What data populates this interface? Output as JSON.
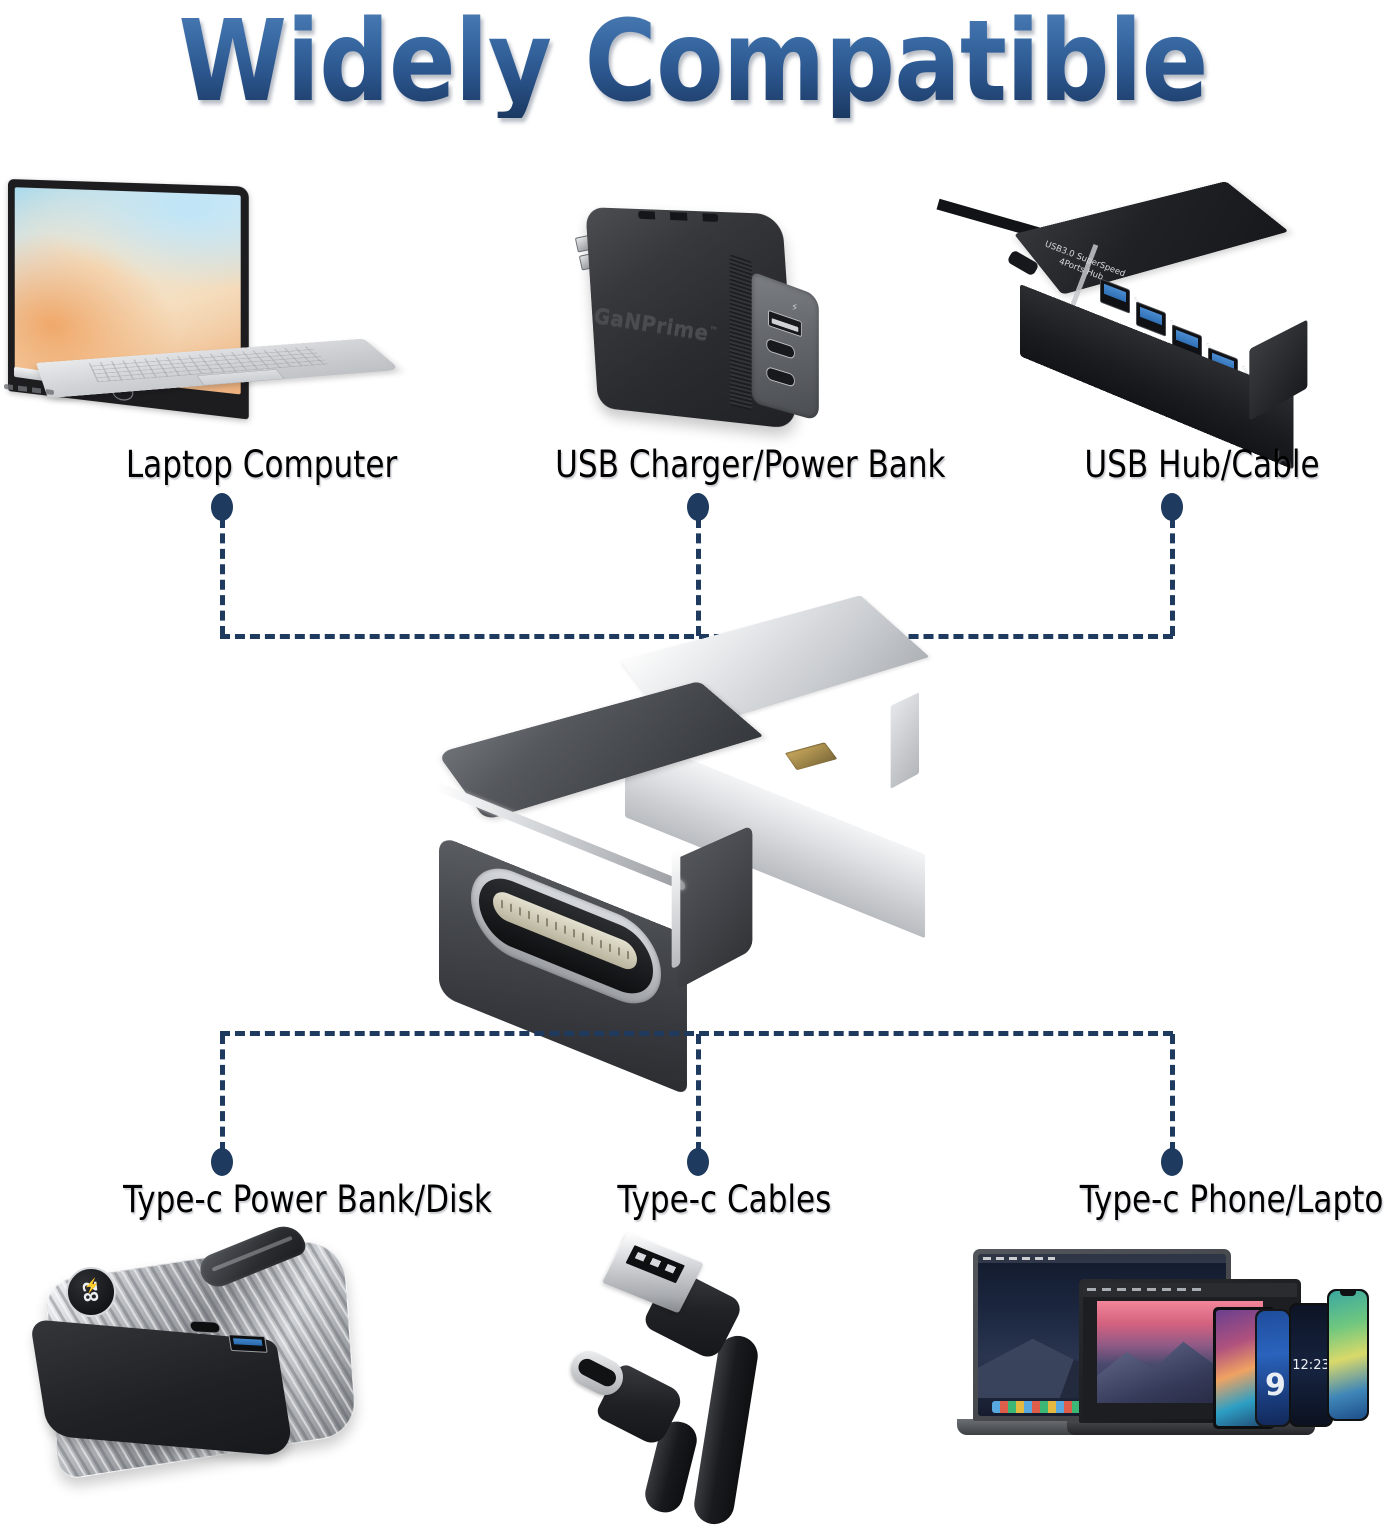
{
  "title": "Widely Compatible",
  "top_row": {
    "nodes": [
      {
        "label": "Laptop Computer",
        "icon": "laptop-icon"
      },
      {
        "label": "USB Charger/Power Bank",
        "icon": "wall-charger-icon"
      },
      {
        "label": "USB Hub/Cable",
        "icon": "usb-hub-icon"
      }
    ]
  },
  "bottom_row": {
    "nodes": [
      {
        "label": "Type-c Power Bank/Disk",
        "icon": "power-bank-icon"
      },
      {
        "label": "Type-c Cables",
        "icon": "usb-cable-icon"
      },
      {
        "label": "Type-c Phone/Laptop",
        "icon": "devices-icon"
      }
    ]
  },
  "product": {
    "name": "usb-a-to-usb-c-adapter",
    "body_color": "#45484d",
    "plug_color": "#dcdee1"
  },
  "charger": {
    "brand": "GaNPrime",
    "trademark": "™",
    "wattage_mark": "⚡"
  },
  "hub": {
    "line1": "USB3.0 SuperSpeed",
    "line2": "4Ports  Hub",
    "port_label": "USB",
    "ports": 4
  },
  "power_bank": {
    "display_value": "82",
    "bolt": "⚡"
  },
  "devices": {
    "phone_time": "12:23",
    "phone_badge": "9"
  },
  "connector": {
    "color": "#1e3a5f",
    "style": "dashed"
  }
}
